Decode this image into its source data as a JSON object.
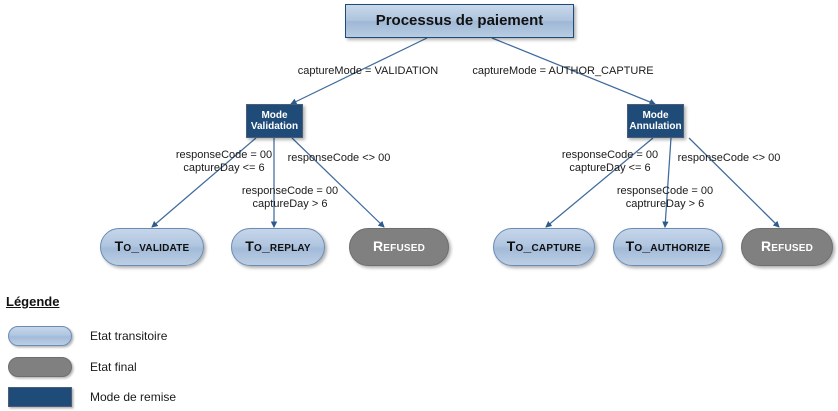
{
  "diagram": {
    "title_node": {
      "label": "Processus de paiement"
    },
    "mode_nodes": [
      {
        "id": "mode-validation",
        "label": "Mode\nValidation"
      },
      {
        "id": "mode-annulation",
        "label": "Mode\nAnnulation"
      }
    ],
    "state_nodes": [
      {
        "id": "to-validate",
        "label": "To_validate",
        "kind": "transitory"
      },
      {
        "id": "to-replay",
        "label": "To_replay",
        "kind": "transitory"
      },
      {
        "id": "refused-left",
        "label": "Refused",
        "kind": "final"
      },
      {
        "id": "to-capture",
        "label": "To_capture",
        "kind": "transitory"
      },
      {
        "id": "to-authorize",
        "label": "To_authorize",
        "kind": "transitory"
      },
      {
        "id": "refused-right",
        "label": "Refused",
        "kind": "final"
      }
    ],
    "edge_labels": [
      {
        "id": "edge-capturemode-validation",
        "text": "captureMode = VALIDATION"
      },
      {
        "id": "edge-capturemode-author-capture",
        "text": "captureMode = AUTHOR_CAPTURE"
      },
      {
        "id": "edge-left-validate",
        "text": "responseCode = 00\ncaptureDay <= 6"
      },
      {
        "id": "edge-left-replay",
        "text": "responseCode = 00\ncaptureDay > 6"
      },
      {
        "id": "edge-left-refused",
        "text": "responseCode <> 00"
      },
      {
        "id": "edge-right-capture",
        "text": "responseCode = 00\ncaptureDay <= 6"
      },
      {
        "id": "edge-right-authorize",
        "text": "responseCode = 00\ncaptrureDay > 6"
      },
      {
        "id": "edge-right-refused",
        "text": "responseCode <> 00"
      }
    ]
  },
  "legend": {
    "title": "Légende",
    "items": [
      {
        "id": "legend-transitory",
        "label": "Etat transitoire"
      },
      {
        "id": "legend-final",
        "label": "Etat final"
      },
      {
        "id": "legend-mode",
        "label": "Mode de remise"
      }
    ]
  },
  "colors": {
    "navy": "#1F4B78",
    "state_blue": "#AEC4DD",
    "final_gray": "#808080",
    "edge_blue": "#3F6B9E"
  }
}
